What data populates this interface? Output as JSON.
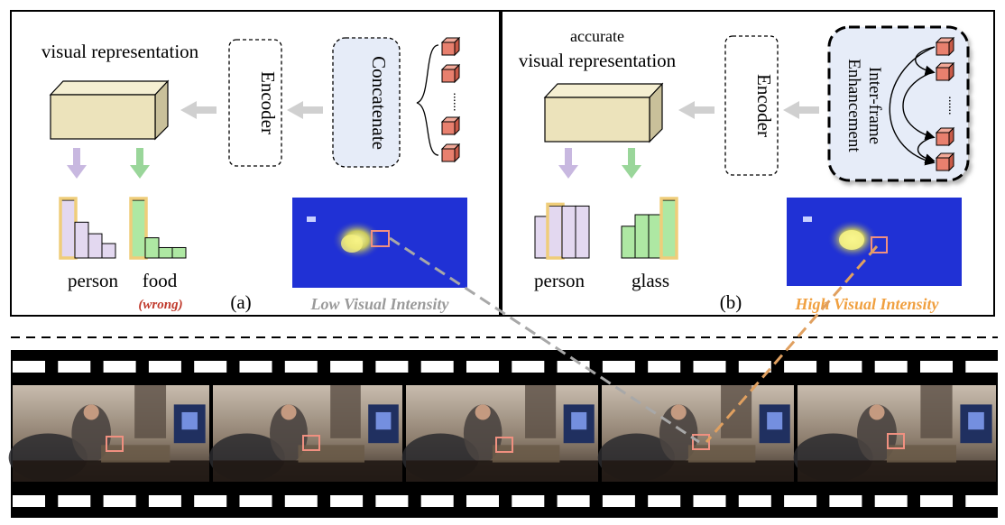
{
  "panel_a": {
    "title": "visual representation",
    "encoder": "Encoder",
    "module": "Concatenate",
    "dots": "......",
    "label_person": "person",
    "label_food": "food",
    "label_wrong": "(wrong)",
    "panel_label": "(a)",
    "intensity": "Low Visual Intensity"
  },
  "panel_b": {
    "title_line1": "accurate",
    "title_line2": "visual representation",
    "encoder": "Encoder",
    "module_line1": "Inter-frame",
    "module_line2": "Enhancement",
    "dots": "......",
    "label_person": "person",
    "label_glass": "glass",
    "panel_label": "(b)",
    "intensity": "High Visual Intensity"
  },
  "colors": {
    "cuboid_face": "#ece3bb",
    "cuboid_top": "#f5efd2",
    "cuboid_side": "#c9c09a",
    "concat_fill": "#e6ecf8",
    "frame_cube": "#e8806e",
    "lavender": "#e3d8f0",
    "green": "#aee8a3",
    "bar_highlight": "#efcd7a",
    "arrow_gray": "#d0d0d0",
    "arrow_lavender": "#c8b8e0",
    "arrow_green": "#9ad69a",
    "wrong_red": "#c0392b",
    "low_intensity_gray": "#9a9a9a",
    "high_intensity_orange": "#f0a040",
    "roi_box": "#f09080",
    "heatmap_blue": "#1a2ad0",
    "film_black": "#000000"
  },
  "chart_data": [
    {
      "type": "bar",
      "name_ref": "panel-a-person-bars",
      "values": [
        1.0,
        0.62,
        0.42,
        0.25
      ],
      "highlight_index": 0
    },
    {
      "type": "bar",
      "name_ref": "panel-a-food-bars",
      "values": [
        1.0,
        0.35,
        0.18,
        0.18
      ],
      "highlight_index": 0
    },
    {
      "type": "bar",
      "name_ref": "panel-b-person-bars",
      "values": [
        0.72,
        0.9,
        0.9,
        0.9
      ],
      "highlight_index": 1
    },
    {
      "type": "bar",
      "name_ref": "panel-b-glass-bars",
      "values": [
        0.55,
        0.75,
        0.75,
        1.0
      ],
      "highlight_index": 3
    }
  ]
}
